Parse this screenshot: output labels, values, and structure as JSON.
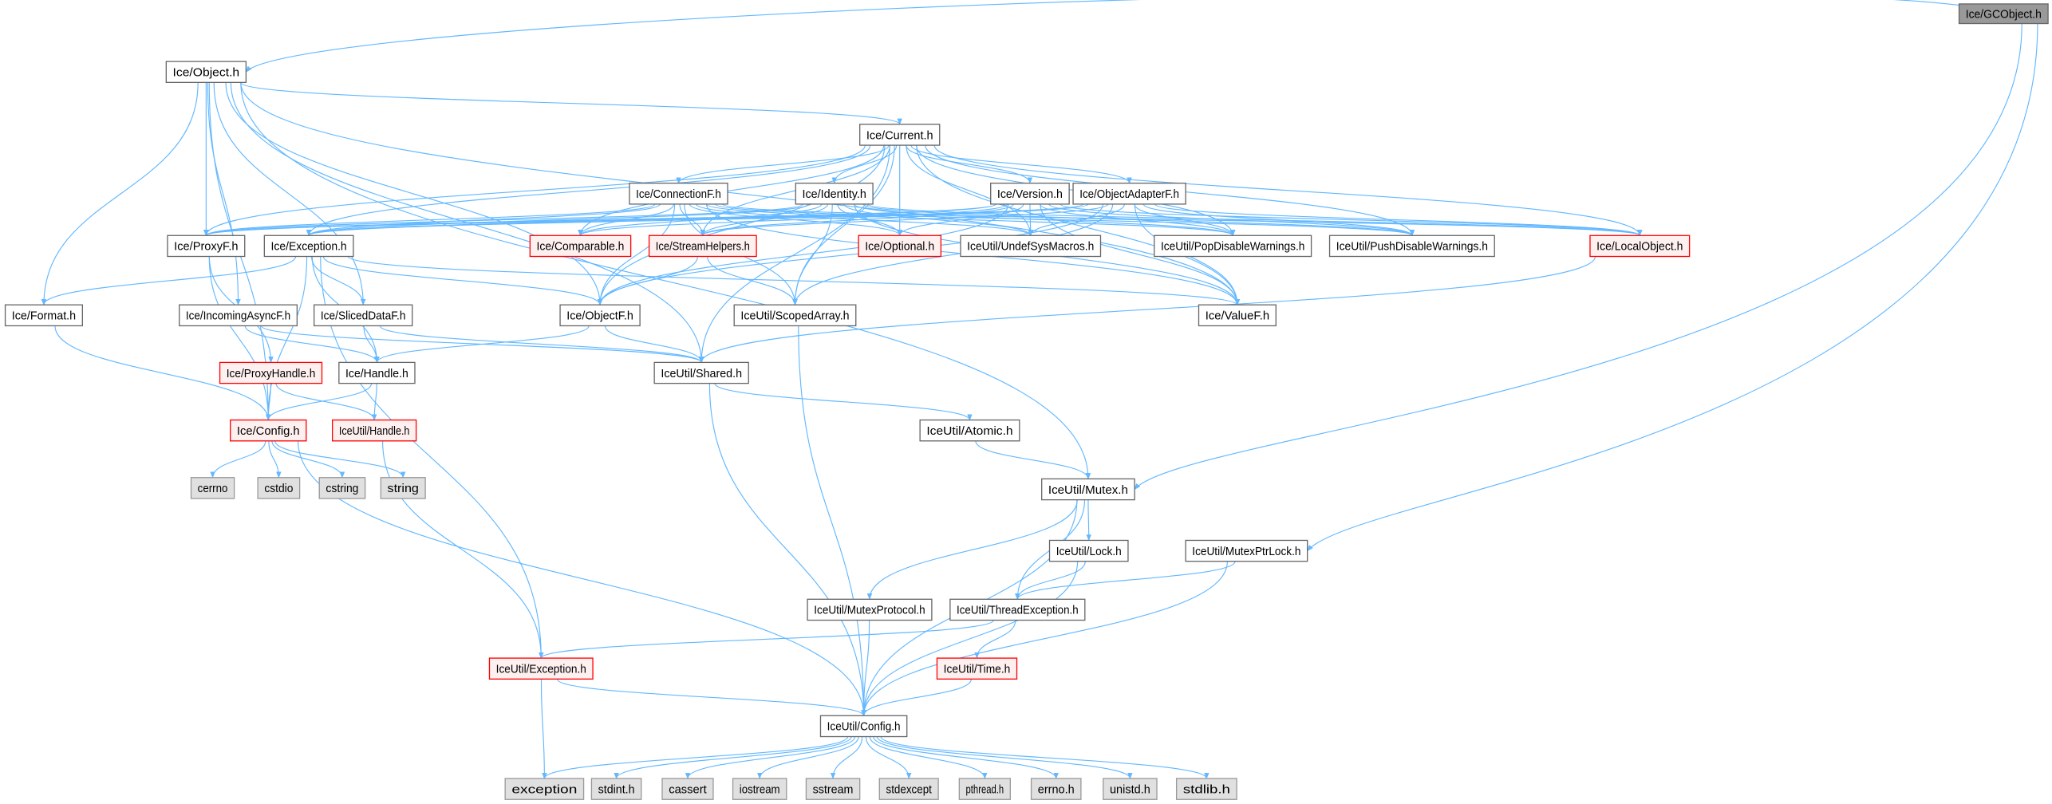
{
  "graph": {
    "title": "Ice/GCObject.h include dependency graph",
    "colors": {
      "edge": "#63b8ff",
      "normal_border": "#666666",
      "red_border": "#ff0000",
      "red_fill": "#fff0f0",
      "system_fill": "#e0e0e0",
      "root_fill": "#999999"
    },
    "nodes": [
      {
        "id": "gcobject",
        "label": "Ice/GCObject.h",
        "style": "root"
      },
      {
        "id": "object",
        "label": "Ice/Object.h",
        "style": "normal"
      },
      {
        "id": "current",
        "label": "Ice/Current.h",
        "style": "normal"
      },
      {
        "id": "connectionf",
        "label": "Ice/ConnectionF.h",
        "style": "normal"
      },
      {
        "id": "identity",
        "label": "Ice/Identity.h",
        "style": "normal"
      },
      {
        "id": "version",
        "label": "Ice/Version.h",
        "style": "normal"
      },
      {
        "id": "objectadapterf",
        "label": "Ice/ObjectAdapterF.h",
        "style": "normal"
      },
      {
        "id": "proxyf",
        "label": "Ice/ProxyF.h",
        "style": "normal"
      },
      {
        "id": "exception",
        "label": "Ice/Exception.h",
        "style": "normal"
      },
      {
        "id": "comparable",
        "label": "Ice/Comparable.h",
        "style": "red"
      },
      {
        "id": "streamhelpers",
        "label": "Ice/StreamHelpers.h",
        "style": "red"
      },
      {
        "id": "optional",
        "label": "Ice/Optional.h",
        "style": "red"
      },
      {
        "id": "undefsysmacros",
        "label": "IceUtil/UndefSysMacros.h",
        "style": "normal"
      },
      {
        "id": "popdisable",
        "label": "IceUtil/PopDisableWarnings.h",
        "style": "normal"
      },
      {
        "id": "pushdisable",
        "label": "IceUtil/PushDisableWarnings.h",
        "style": "normal"
      },
      {
        "id": "localobject",
        "label": "Ice/LocalObject.h",
        "style": "red"
      },
      {
        "id": "format",
        "label": "Ice/Format.h",
        "style": "normal"
      },
      {
        "id": "incomingasyncf",
        "label": "Ice/IncomingAsyncF.h",
        "style": "normal"
      },
      {
        "id": "sliceddataf",
        "label": "Ice/SlicedDataF.h",
        "style": "normal"
      },
      {
        "id": "objectf",
        "label": "Ice/ObjectF.h",
        "style": "normal"
      },
      {
        "id": "scopedarray",
        "label": "IceUtil/ScopedArray.h",
        "style": "normal"
      },
      {
        "id": "valuef",
        "label": "Ice/ValueF.h",
        "style": "normal"
      },
      {
        "id": "proxyhandle",
        "label": "Ice/ProxyHandle.h",
        "style": "red"
      },
      {
        "id": "handle",
        "label": "Ice/Handle.h",
        "style": "normal"
      },
      {
        "id": "shared",
        "label": "IceUtil/Shared.h",
        "style": "normal"
      },
      {
        "id": "config",
        "label": "Ice/Config.h",
        "style": "red"
      },
      {
        "id": "utilhandle",
        "label": "IceUtil/Handle.h",
        "style": "red"
      },
      {
        "id": "atomic",
        "label": "IceUtil/Atomic.h",
        "style": "normal"
      },
      {
        "id": "cerrno",
        "label": "cerrno",
        "style": "sys"
      },
      {
        "id": "cstdio",
        "label": "cstdio",
        "style": "sys"
      },
      {
        "id": "cstring",
        "label": "cstring",
        "style": "sys"
      },
      {
        "id": "string",
        "label": "string",
        "style": "sys"
      },
      {
        "id": "mutex",
        "label": "IceUtil/Mutex.h",
        "style": "normal"
      },
      {
        "id": "lock",
        "label": "IceUtil/Lock.h",
        "style": "normal"
      },
      {
        "id": "mutexptrlock",
        "label": "IceUtil/MutexPtrLock.h",
        "style": "normal"
      },
      {
        "id": "mutexprotocol",
        "label": "IceUtil/MutexProtocol.h",
        "style": "normal"
      },
      {
        "id": "threadexception",
        "label": "IceUtil/ThreadException.h",
        "style": "normal"
      },
      {
        "id": "utilexception",
        "label": "IceUtil/Exception.h",
        "style": "red"
      },
      {
        "id": "time",
        "label": "IceUtil/Time.h",
        "style": "red"
      },
      {
        "id": "utilconfig",
        "label": "IceUtil/Config.h",
        "style": "normal"
      },
      {
        "id": "s_exception",
        "label": "exception",
        "style": "sys"
      },
      {
        "id": "s_stdint",
        "label": "stdint.h",
        "style": "sys"
      },
      {
        "id": "s_cassert",
        "label": "cassert",
        "style": "sys"
      },
      {
        "id": "s_iostream",
        "label": "iostream",
        "style": "sys"
      },
      {
        "id": "s_sstream",
        "label": "sstream",
        "style": "sys"
      },
      {
        "id": "s_stdexcept",
        "label": "stdexcept",
        "style": "sys"
      },
      {
        "id": "s_pthread",
        "label": "pthread.h",
        "style": "sys"
      },
      {
        "id": "s_errno",
        "label": "errno.h",
        "style": "sys"
      },
      {
        "id": "s_unistd",
        "label": "unistd.h",
        "style": "sys"
      },
      {
        "id": "s_stdlib",
        "label": "stdlib.h",
        "style": "sys"
      }
    ],
    "edges": [
      [
        "gcobject",
        "object"
      ],
      [
        "gcobject",
        "mutex"
      ],
      [
        "gcobject",
        "mutexptrlock"
      ],
      [
        "object",
        "current"
      ],
      [
        "object",
        "proxyf"
      ],
      [
        "object",
        "objectf"
      ],
      [
        "object",
        "format"
      ],
      [
        "object",
        "incomingasyncf"
      ],
      [
        "object",
        "sliceddataf"
      ],
      [
        "object",
        "config"
      ],
      [
        "object",
        "shared"
      ],
      [
        "object",
        "mutex"
      ],
      [
        "object",
        "valuef"
      ],
      [
        "current",
        "connectionf"
      ],
      [
        "current",
        "identity"
      ],
      [
        "current",
        "version"
      ],
      [
        "current",
        "objectadapterf"
      ],
      [
        "current",
        "proxyf"
      ],
      [
        "current",
        "exception"
      ],
      [
        "current",
        "comparable"
      ],
      [
        "current",
        "streamhelpers"
      ],
      [
        "current",
        "optional"
      ],
      [
        "current",
        "undefsysmacros"
      ],
      [
        "current",
        "popdisable"
      ],
      [
        "current",
        "pushdisable"
      ],
      [
        "current",
        "localobject"
      ],
      [
        "current",
        "objectf"
      ],
      [
        "current",
        "scopedarray"
      ],
      [
        "current",
        "valuef"
      ],
      [
        "current",
        "shared"
      ],
      [
        "connectionf",
        "proxyf"
      ],
      [
        "connectionf",
        "exception"
      ],
      [
        "connectionf",
        "comparable"
      ],
      [
        "connectionf",
        "streamhelpers"
      ],
      [
        "connectionf",
        "optional"
      ],
      [
        "connectionf",
        "undefsysmacros"
      ],
      [
        "connectionf",
        "popdisable"
      ],
      [
        "connectionf",
        "pushdisable"
      ],
      [
        "connectionf",
        "localobject"
      ],
      [
        "connectionf",
        "objectf"
      ],
      [
        "connectionf",
        "scopedarray"
      ],
      [
        "connectionf",
        "valuef"
      ],
      [
        "identity",
        "proxyf"
      ],
      [
        "identity",
        "exception"
      ],
      [
        "identity",
        "comparable"
      ],
      [
        "identity",
        "streamhelpers"
      ],
      [
        "identity",
        "optional"
      ],
      [
        "identity",
        "undefsysmacros"
      ],
      [
        "identity",
        "popdisable"
      ],
      [
        "identity",
        "pushdisable"
      ],
      [
        "identity",
        "localobject"
      ],
      [
        "identity",
        "scopedarray"
      ],
      [
        "identity",
        "valuef"
      ],
      [
        "version",
        "proxyf"
      ],
      [
        "version",
        "exception"
      ],
      [
        "version",
        "comparable"
      ],
      [
        "version",
        "streamhelpers"
      ],
      [
        "version",
        "optional"
      ],
      [
        "version",
        "undefsysmacros"
      ],
      [
        "version",
        "popdisable"
      ],
      [
        "version",
        "pushdisable"
      ],
      [
        "version",
        "localobject"
      ],
      [
        "version",
        "objectf"
      ],
      [
        "version",
        "valuef"
      ],
      [
        "objectadapterf",
        "proxyf"
      ],
      [
        "objectadapterf",
        "exception"
      ],
      [
        "objectadapterf",
        "streamhelpers"
      ],
      [
        "objectadapterf",
        "undefsysmacros"
      ],
      [
        "objectadapterf",
        "popdisable"
      ],
      [
        "objectadapterf",
        "pushdisable"
      ],
      [
        "objectadapterf",
        "localobject"
      ],
      [
        "objectadapterf",
        "objectf"
      ],
      [
        "objectadapterf",
        "scopedarray"
      ],
      [
        "objectadapterf",
        "valuef"
      ],
      [
        "proxyf",
        "proxyhandle"
      ],
      [
        "proxyf",
        "config"
      ],
      [
        "exception",
        "format"
      ],
      [
        "exception",
        "sliceddataf"
      ],
      [
        "exception",
        "objectf"
      ],
      [
        "exception",
        "handle"
      ],
      [
        "exception",
        "config"
      ],
      [
        "exception",
        "utilexception"
      ],
      [
        "exception",
        "valuef"
      ],
      [
        "streamhelpers",
        "objectf"
      ],
      [
        "streamhelpers",
        "scopedarray"
      ],
      [
        "localobject",
        "shared"
      ],
      [
        "incomingasyncf",
        "handle"
      ],
      [
        "incomingasyncf",
        "shared"
      ],
      [
        "sliceddataf",
        "handle"
      ],
      [
        "sliceddataf",
        "shared"
      ],
      [
        "objectf",
        "handle"
      ],
      [
        "objectf",
        "shared"
      ],
      [
        "scopedarray",
        "utilconfig"
      ],
      [
        "format",
        "config"
      ],
      [
        "proxyhandle",
        "config"
      ],
      [
        "proxyhandle",
        "utilhandle"
      ],
      [
        "handle",
        "config"
      ],
      [
        "handle",
        "utilhandle"
      ],
      [
        "config",
        "cerrno"
      ],
      [
        "config",
        "cstdio"
      ],
      [
        "config",
        "cstring"
      ],
      [
        "config",
        "string"
      ],
      [
        "config",
        "utilconfig"
      ],
      [
        "utilhandle",
        "utilexception"
      ],
      [
        "shared",
        "atomic"
      ],
      [
        "shared",
        "utilconfig"
      ],
      [
        "atomic",
        "mutex"
      ],
      [
        "mutex",
        "lock"
      ],
      [
        "mutex",
        "mutexprotocol"
      ],
      [
        "mutex",
        "threadexception"
      ],
      [
        "mutex",
        "utilconfig"
      ],
      [
        "lock",
        "threadexception"
      ],
      [
        "lock",
        "utilconfig"
      ],
      [
        "mutexptrlock",
        "threadexception"
      ],
      [
        "mutexptrlock",
        "utilconfig"
      ],
      [
        "mutexprotocol",
        "utilconfig"
      ],
      [
        "threadexception",
        "utilexception"
      ],
      [
        "threadexception",
        "time"
      ],
      [
        "utilexception",
        "s_exception"
      ],
      [
        "utilexception",
        "utilconfig"
      ],
      [
        "time",
        "utilconfig"
      ],
      [
        "utilconfig",
        "s_exception"
      ],
      [
        "utilconfig",
        "s_stdint"
      ],
      [
        "utilconfig",
        "s_cassert"
      ],
      [
        "utilconfig",
        "s_iostream"
      ],
      [
        "utilconfig",
        "s_sstream"
      ],
      [
        "utilconfig",
        "s_stdexcept"
      ],
      [
        "utilconfig",
        "s_pthread"
      ],
      [
        "utilconfig",
        "s_errno"
      ],
      [
        "utilconfig",
        "s_unistd"
      ],
      [
        "utilconfig",
        "s_stdlib"
      ]
    ]
  }
}
